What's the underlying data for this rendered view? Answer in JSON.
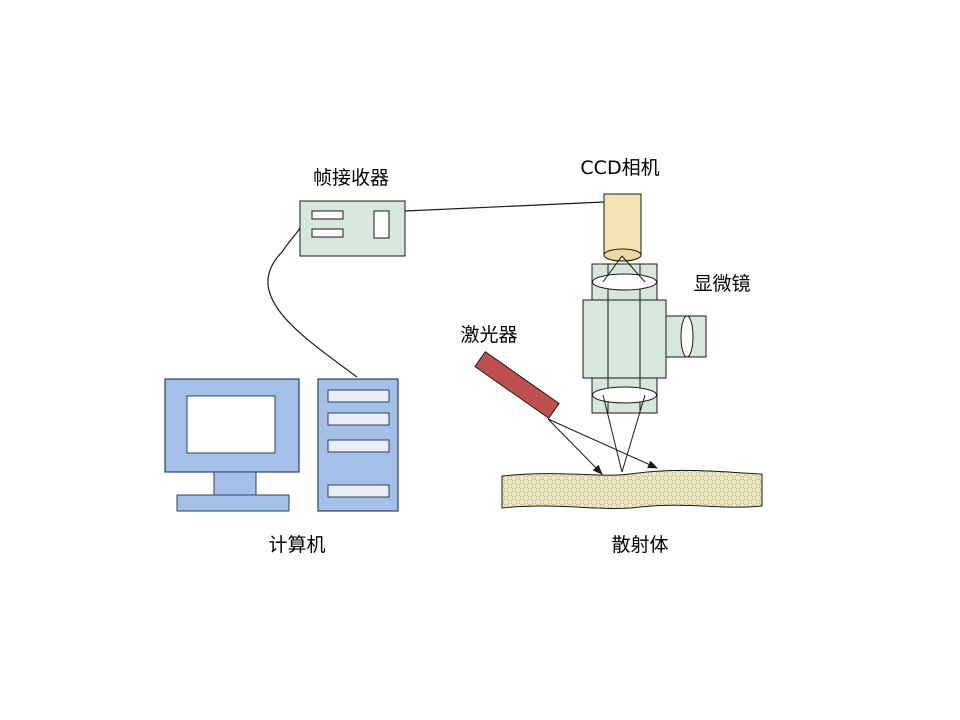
{
  "labels": {
    "frame_grabber": "帧接收器",
    "ccd_camera": "CCD相机",
    "microscope": "显微镜",
    "laser": "激光器",
    "computer": "计算机",
    "scatterer": "散射体"
  },
  "colors": {
    "computer_fill": "#a4c0e8",
    "computer_stroke": "#2a3f66",
    "grabber_fill": "#d8e7dc",
    "microscope_fill": "#d8e7dc",
    "camera_fill": "#f3e3b2",
    "laser_fill": "#c0504d",
    "scatterer_fill": "#e8e3b8",
    "line": "#1a1a1a"
  }
}
